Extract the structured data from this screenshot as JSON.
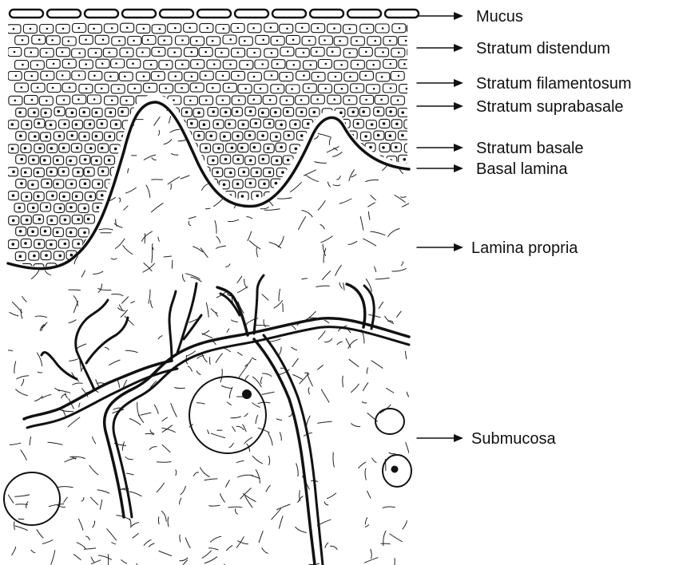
{
  "diagram": {
    "labels": [
      {
        "id": "mucus",
        "text": "Mucus"
      },
      {
        "id": "stratum-distendum",
        "text": "Stratum distendum"
      },
      {
        "id": "stratum-filamentosum",
        "text": "Stratum filamentosum"
      },
      {
        "id": "stratum-suprabasale",
        "text": "Stratum suprabasale"
      },
      {
        "id": "stratum-basale",
        "text": "Stratum basale"
      },
      {
        "id": "basal-lamina",
        "text": "Basal lamina"
      },
      {
        "id": "lamina-propria",
        "text": "Lamina propria"
      },
      {
        "id": "submucosa",
        "text": "Submucosa"
      }
    ],
    "colors": {
      "ink": "#111111",
      "background": "#ffffff"
    },
    "icons": [
      "arrow-right-icon"
    ]
  }
}
